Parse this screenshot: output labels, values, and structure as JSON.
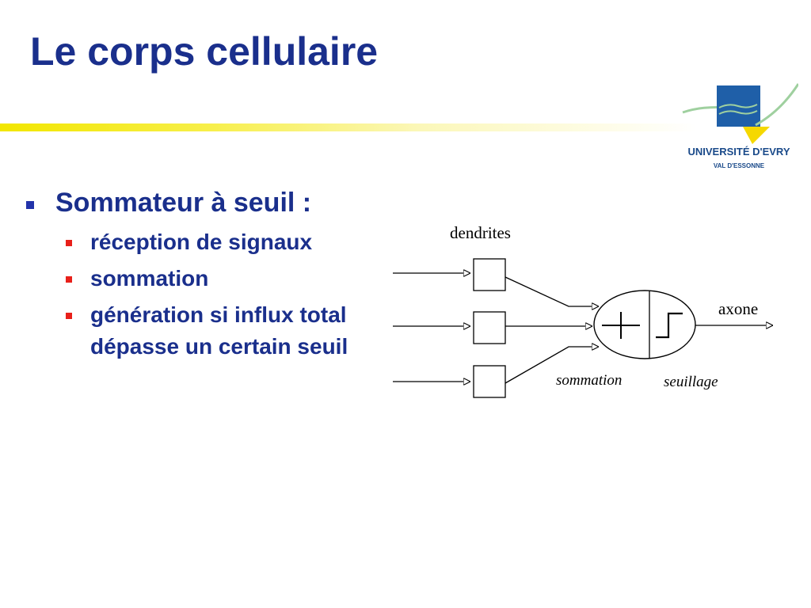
{
  "slide": {
    "title": "Le corps cellulaire"
  },
  "logo": {
    "name_line1": "UNIVERSITÉ D'EVRY",
    "name_line2": "VAL D'ESSONNE"
  },
  "bullets": {
    "main": "Sommateur à seuil :",
    "items": [
      "réception de signaux",
      "sommation",
      "génération si influx total dépasse un certain seuil"
    ]
  },
  "diagram": {
    "label_dendrites": "dendrites",
    "label_axone": "axone",
    "label_sommation": "sommation",
    "label_seuillage": "seuillage"
  },
  "colors": {
    "title_blue": "#1a2f8c",
    "bullet_red": "#e8201a",
    "rule_yellow": "#f2e600",
    "logo_blue": "#1a4a8a",
    "logo_yellow": "#f5d800",
    "logo_green": "#8cc68c"
  }
}
